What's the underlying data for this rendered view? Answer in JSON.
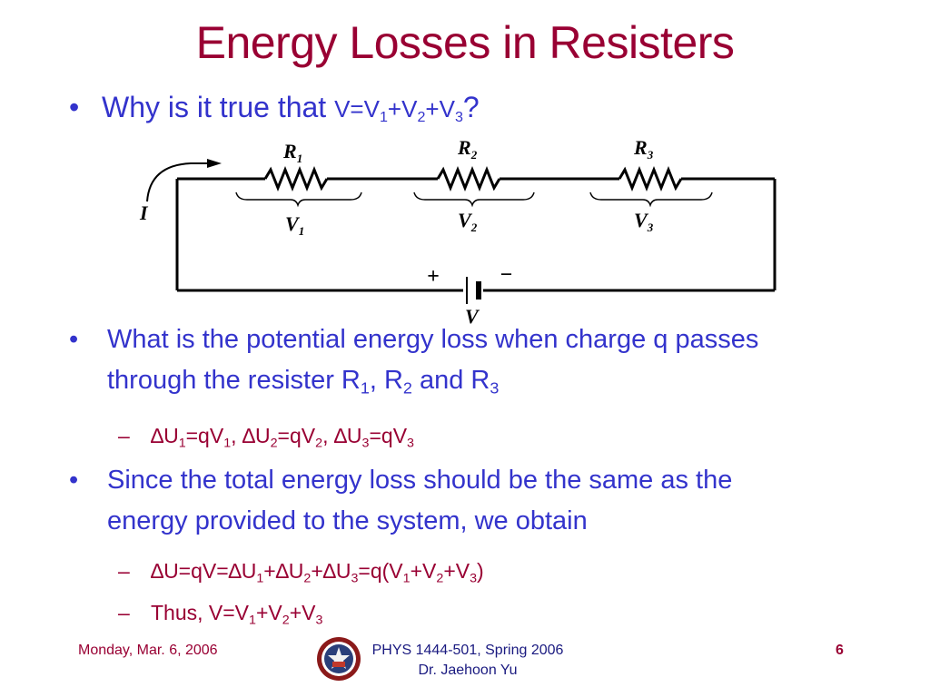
{
  "title": "Energy Losses in Resisters",
  "bullet1": {
    "bullet": "•",
    "prefix": "Why is it true that ",
    "v": "V",
    "eq": "=",
    "v1": "V",
    "s1": "1",
    "plus1": "+",
    "v2": "V",
    "s2": "2",
    "plus2": "+",
    "v3": "V",
    "s3": "3",
    "q": "?"
  },
  "circuit": {
    "r1": "R",
    "r1_sub": "1",
    "r2": "R",
    "r2_sub": "2",
    "r3": "R",
    "r3_sub": "3",
    "v1": "V",
    "v1_sub": "1",
    "v2": "V",
    "v2_sub": "2",
    "v3": "V",
    "v3_sub": "3",
    "current": "I",
    "battery": "V",
    "plus": "+",
    "minus": "−"
  },
  "bullet2": {
    "bullet": "•",
    "line1": "What is the potential energy loss when charge q passes",
    "line2_a": "through the resister R",
    "sub1": "1",
    "line2_b": ", R",
    "sub2": "2",
    "line2_c": " and R",
    "sub3": "3"
  },
  "sub1": {
    "dash": "–",
    "a": "∆U",
    "s1": "1",
    "b": "=qV",
    "s2": "1",
    "c": ", ∆U",
    "s3": "2",
    "d": "=qV",
    "s4": "2",
    "e": ", ∆U",
    "s5": "3",
    "f": "=qV",
    "s6": "3"
  },
  "bullet3": {
    "bullet": "•",
    "line1": "Since the total energy loss should be the same as the",
    "line2": "energy provided to the system, we obtain"
  },
  "sub2": {
    "dash": "–",
    "a": "∆U=qV=∆U",
    "s1": "1",
    "b": "+∆U",
    "s2": "2",
    "c": "+∆U",
    "s3": "3",
    "d": "=q(V",
    "s4": "1",
    "e": "+V",
    "s5": "2",
    "f": "+V",
    "s6": "3",
    "g": ")"
  },
  "sub3": {
    "dash": "–",
    "a": "Thus, V=V",
    "s1": "1",
    "b": "+V",
    "s2": "2",
    "c": "+V",
    "s3": "3"
  },
  "footer": {
    "date": "Monday, Mar. 6, 2006",
    "course": "PHYS 1444-501, Spring 2006",
    "author": "Dr. Jaehoon Yu",
    "page": "6"
  },
  "colors": {
    "title": "#990033",
    "bullet_text": "#3333cc",
    "sub_text": "#990033",
    "footer_course": "#1a1a80"
  }
}
